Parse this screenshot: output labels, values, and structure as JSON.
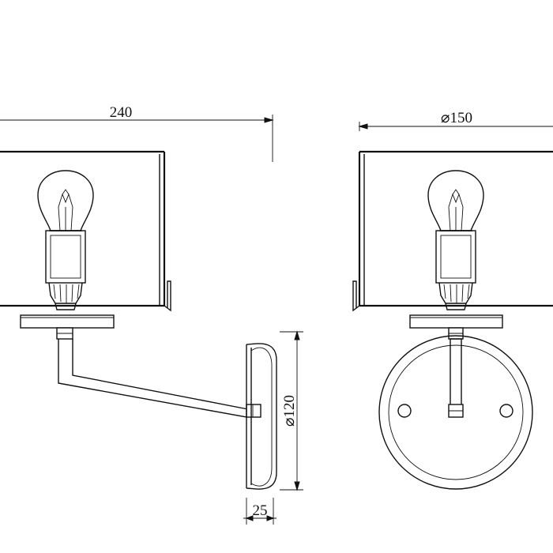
{
  "dimensions": {
    "side_width": "240",
    "shade_diameter": "⌀150",
    "plate_diameter": "⌀120",
    "plate_depth": "25"
  },
  "colors": {
    "line": "#111111",
    "background": "#ffffff"
  }
}
